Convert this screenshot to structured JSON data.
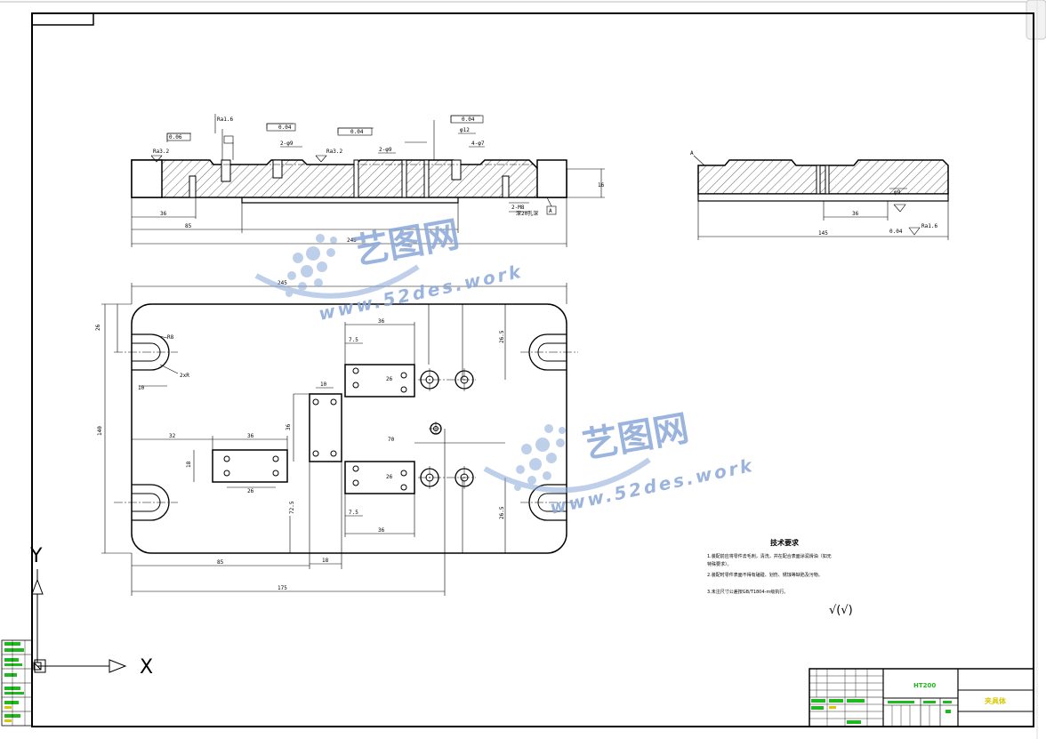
{
  "watermark": {
    "brand": "艺图网",
    "url": "www.52des.work"
  },
  "tech_requirements": {
    "title": "技术要求",
    "lines": [
      "1.装配前应将零件去毛刺，清洗，并在配合表面涂润滑油（如无",
      "特殊要求）。",
      "2.装配时零件表面不得有磕碰、划伤、锈蚀等缺陷及污物。",
      "3.未注尺寸公差按GB/T1804-m级执行。"
    ]
  },
  "roughness_note": "√(√)",
  "title_block": {
    "material": "HT200",
    "drawing_name": "夹具体"
  },
  "ucs": {
    "x_label": "X",
    "y_label": "Y"
  }
}
